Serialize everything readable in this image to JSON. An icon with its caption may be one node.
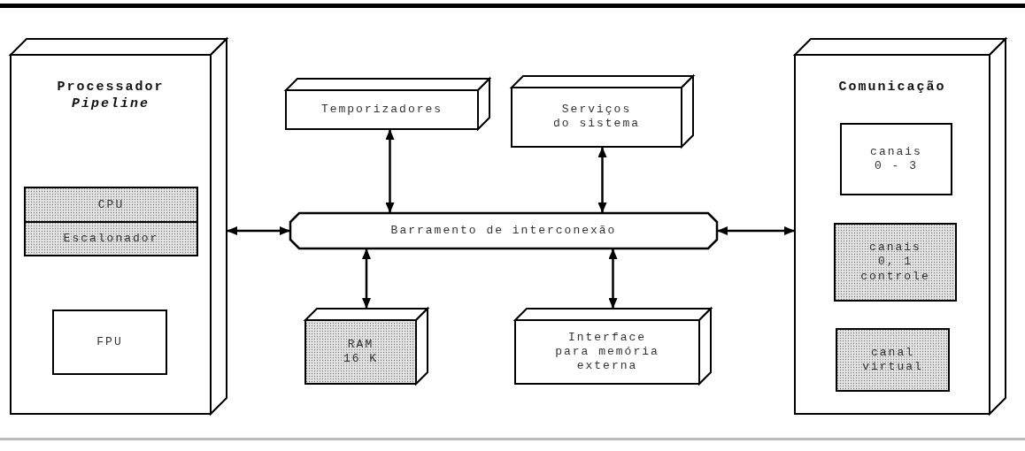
{
  "diagram": {
    "nodes": [
      {
        "text": [
          "Processador *Pipeline*"
        ]
      },
      {
        "text": [
          "CPU"
        ],
        "in": 0
      },
      {
        "text": [
          "Escalonador"
        ],
        "in": 0
      },
      {
        "text": [
          "FPU"
        ],
        "in": 0
      },
      {
        "text": [
          "Temporizadores"
        ]
      },
      {
        "text": [
          "Serviços do sistema"
        ]
      },
      {
        "text": [
          "Barramento de interconexão"
        ]
      },
      {
        "text": [
          "RAM 16 K"
        ]
      },
      {
        "text": [
          "Interface para memória externa"
        ]
      },
      {
        "text": [
          "Comunicação"
        ]
      },
      {
        "text": [
          "canais 0 - 3"
        ],
        "in": 9
      },
      {
        "text": [
          "canais 0, 1 controle"
        ],
        "in": 9
      },
      {
        "text": [
          "canal virtual"
        ],
        "in": 9
      }
    ],
    "edges": [
      {
        "from": 0,
        "to": 6,
        "arrow": "both"
      },
      {
        "from": 4,
        "to": 6,
        "arrow": "both"
      },
      {
        "from": 5,
        "to": 6,
        "arrow": "both"
      },
      {
        "from": 6,
        "to": 7,
        "arrow": "both"
      },
      {
        "from": 6,
        "to": 8,
        "arrow": "both"
      },
      {
        "from": 6,
        "to": 9,
        "arrow": "both"
      }
    ]
  }
}
